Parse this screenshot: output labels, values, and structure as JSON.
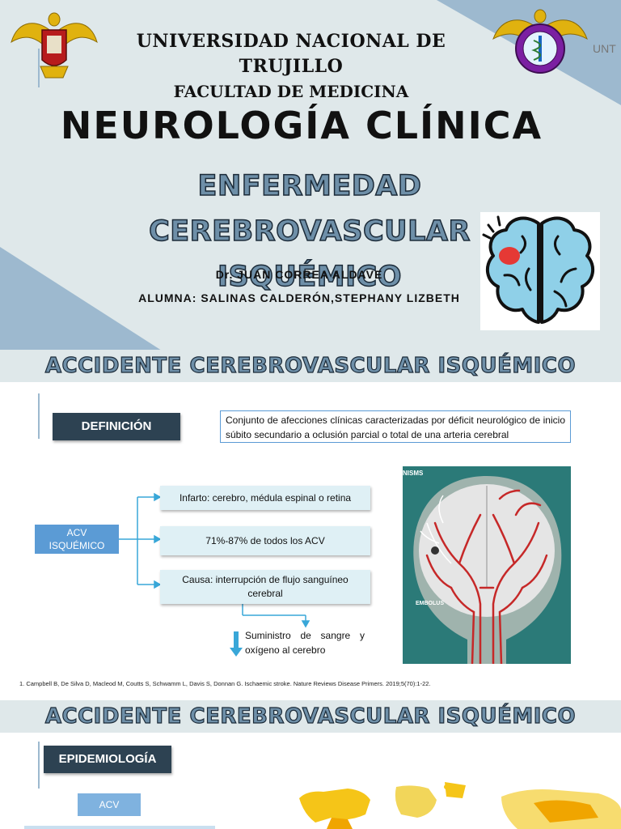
{
  "slide1": {
    "university": "UNIVERSIDAD NACIONAL DE TRUJILLO",
    "faculty": "FACULTAD DE MEDICINA",
    "corner_logo": "UNT",
    "title": "NEUROLOGÍA CLÍNICA",
    "subtitle_line1": "ENFERMEDAD CEREBROVASCULAR",
    "subtitle_line2": "ISQUÉMICO",
    "doctor": "Dr. JUAN CORREA ALDAVE",
    "student": "ALUMNA: SALINAS CALDERÓN,STEPHANY LIZBETH",
    "icons": [
      "university-crest-icon",
      "medicine-faculty-crest-icon",
      "brain-icon"
    ]
  },
  "slide2": {
    "banner": "ACCIDENTE CEREBROVASCULAR ISQUÉMICO",
    "definition_label": "DEFINICIÓN",
    "definition_text": "Conjunto de afecciones clínicas caracterizadas por déficit neurológico de inicio súbito secundario a oclusión parcial o total de una arteria cerebral",
    "acv_label_line1": "ACV",
    "acv_label_line2": "ISQUÉMICO",
    "branches": [
      "Infarto: cerebro, médula espinal o retina",
      "71%-87% de todos los ACV",
      "Causa: interrupción de flujo sanguíneo cerebral"
    ],
    "supply_text": "Suministro de sangre y oxígeno al cerebro",
    "image_label_top": "NISMS",
    "image_label_embolus": "EMBOLUS",
    "reference": "1. Campbell B, De Silva D, Macleod M, Coutts S, Schwamm L, Davis S, Donnan G. Ischaemic stroke. Nature Reviews Disease Primers. 2019;5(70):1-22."
  },
  "slide3": {
    "banner": "ACCIDENTE CEREBROVASCULAR ISQUÉMICO",
    "epidemiology_label": "EPIDEMIOLOGÍA",
    "acv_label": "ACV"
  },
  "colors": {
    "background": "#dfe8ea",
    "accent_blue": "#9db9cf",
    "title_fill": "#6e8fa8",
    "dark_button": "#2d4252",
    "acv_blue": "#5b9bd5",
    "light_box": "#dff0f5",
    "artery_red": "#c62828",
    "brain_blue": "#8fd0e8"
  }
}
